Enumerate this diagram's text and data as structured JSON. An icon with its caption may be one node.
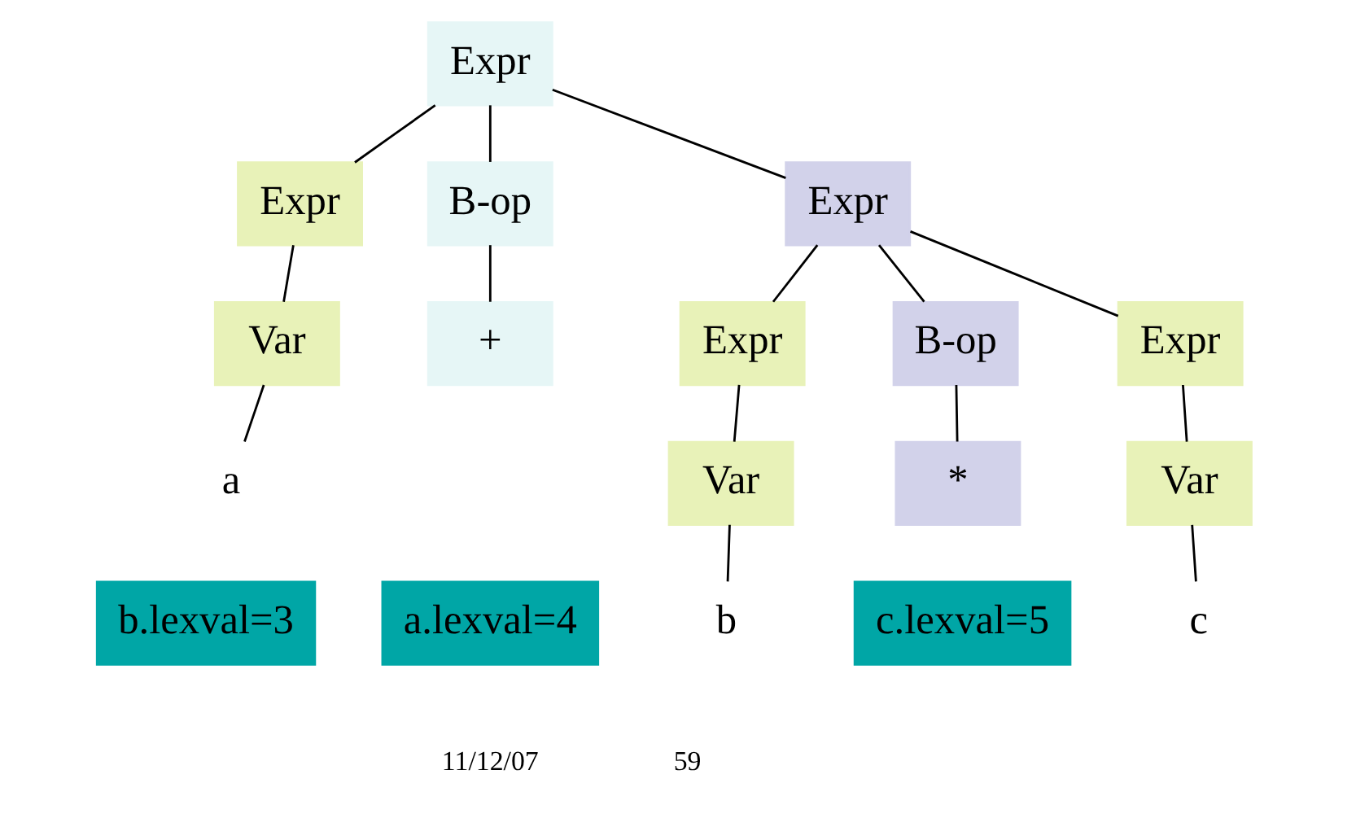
{
  "diagram": {
    "nodes": [
      {
        "text": [
          "Expr"
        ]
      },
      {
        "text": [
          "Expr"
        ]
      },
      {
        "text": [
          "B-op"
        ]
      },
      {
        "text": [
          "Expr"
        ]
      },
      {
        "text": [
          "Var"
        ]
      },
      {
        "text": [
          "+"
        ]
      },
      {
        "text": [
          "Expr"
        ]
      },
      {
        "text": [
          "B-op"
        ]
      },
      {
        "text": [
          "Expr"
        ]
      },
      {
        "text": [
          "a"
        ]
      },
      {
        "text": [
          "Var"
        ]
      },
      {
        "text": [
          "*"
        ]
      },
      {
        "text": [
          "Var"
        ]
      },
      {
        "text": [
          "b"
        ]
      },
      {
        "text": [
          "c"
        ]
      },
      {
        "text": [
          "a.lexval=4"
        ]
      },
      {
        "text": [
          "b.lexval=3"
        ]
      },
      {
        "text": [
          "c.lexval=5"
        ]
      }
    ],
    "edges": [
      {
        "from": 0,
        "to": 1,
        "arrow": "none"
      },
      {
        "from": 0,
        "to": 2,
        "arrow": "none"
      },
      {
        "from": 0,
        "to": 3,
        "arrow": "none"
      },
      {
        "from": 1,
        "to": 4,
        "arrow": "none"
      },
      {
        "from": 2,
        "to": 5,
        "arrow": "none"
      },
      {
        "from": 3,
        "to": 6,
        "arrow": "none"
      },
      {
        "from": 3,
        "to": 7,
        "arrow": "none"
      },
      {
        "from": 3,
        "to": 8,
        "arrow": "none"
      },
      {
        "from": 4,
        "to": 9,
        "arrow": "none"
      },
      {
        "from": 6,
        "to": 10,
        "arrow": "none"
      },
      {
        "from": 7,
        "to": 11,
        "arrow": "none"
      },
      {
        "from": 8,
        "to": 12,
        "arrow": "none"
      },
      {
        "from": 10,
        "to": 13,
        "arrow": "none"
      },
      {
        "from": 12,
        "to": 14,
        "arrow": "none"
      }
    ],
    "labels": [
      "11/12/07",
      "59"
    ]
  }
}
